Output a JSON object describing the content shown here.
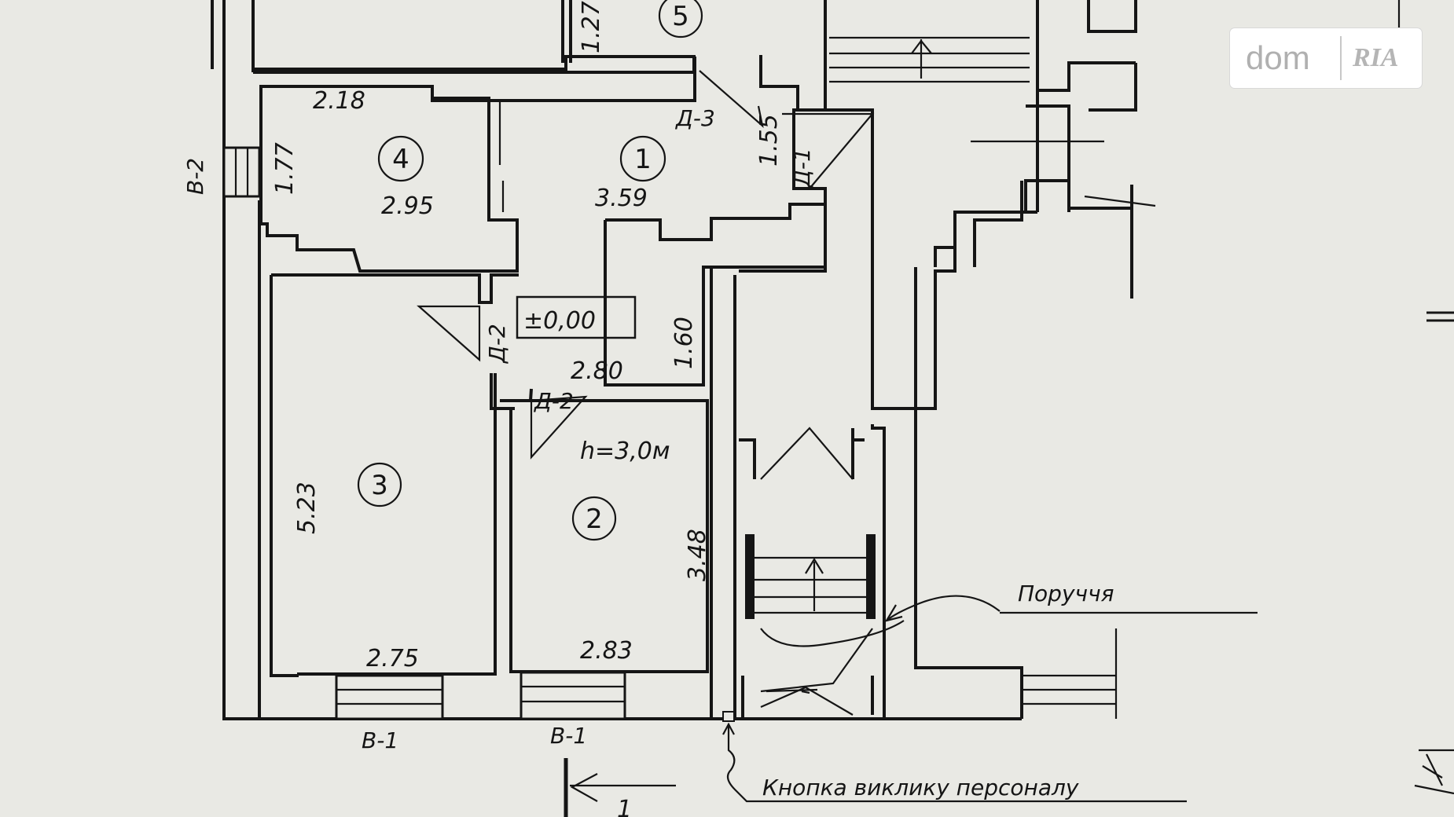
{
  "watermark": {
    "brand": "dom",
    "brand_mark": "RIA"
  },
  "rooms": [
    {
      "number": "1"
    },
    {
      "number": "2"
    },
    {
      "number": "3"
    },
    {
      "number": "4"
    },
    {
      "number": "5"
    }
  ],
  "dimensions": {
    "d_218": "2.18",
    "d_177": "1.77",
    "d_295": "2.95",
    "d_127": "1.27",
    "d_359": "3.59",
    "d_155": "1.55",
    "d_160": "1.60",
    "d_280": "2.80",
    "d_523": "5.23",
    "d_348": "3.48",
    "d_275": "2.75",
    "d_283": "2.83"
  },
  "labels": {
    "level": "±0,00",
    "height": "h=3,0м",
    "door_1": "Д-1",
    "door_2a": "Д-2",
    "door_2b": "Д-2",
    "door_3": "Д-3",
    "window_1a": "В-1",
    "window_1b": "В-1",
    "window_2": "В-2",
    "railing": "Поруччя",
    "call_button": "Кнопка виклику персоналу",
    "section_mark": "1"
  }
}
